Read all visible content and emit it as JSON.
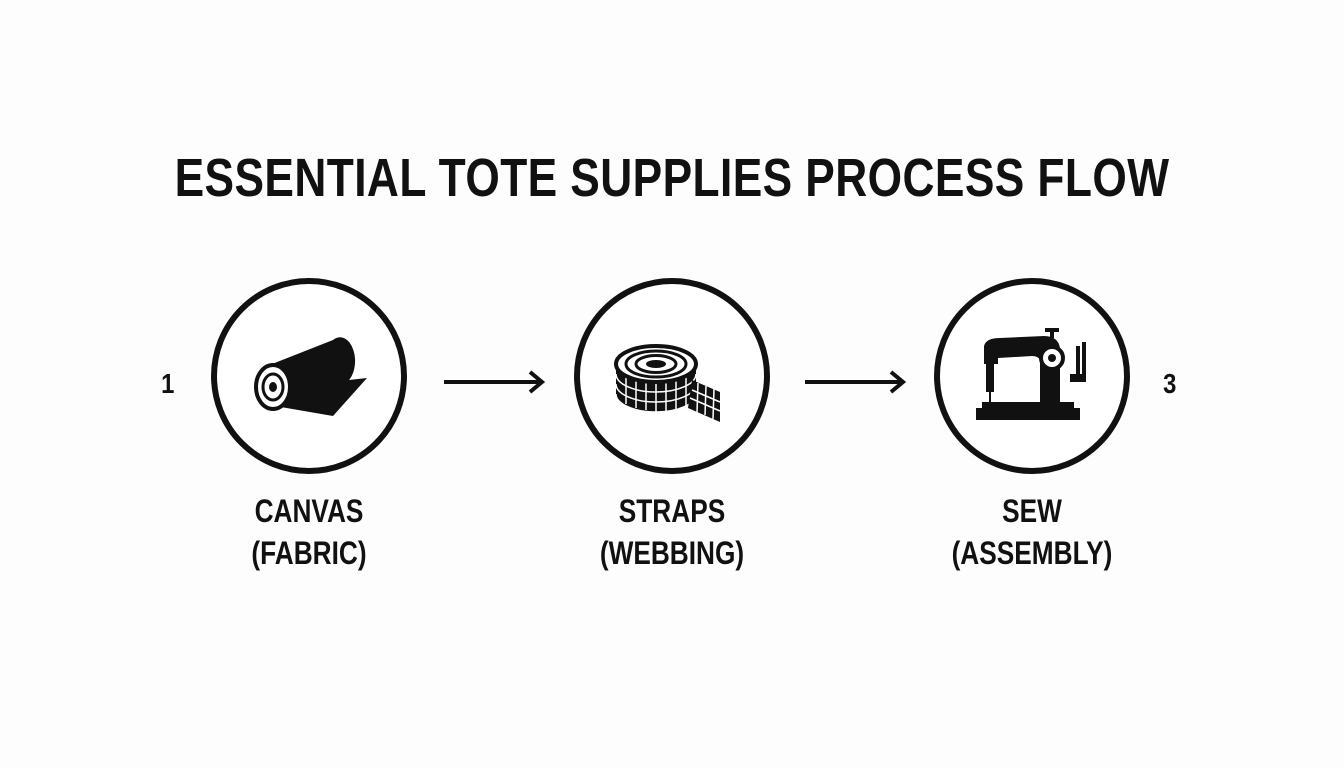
{
  "title": "ESSENTIAL TOTE SUPPLIES PROCESS FLOW",
  "step_numbers": [
    "1",
    "3"
  ],
  "steps": [
    {
      "line1": "CANVAS",
      "line2": "(FABRIC)",
      "icon": "fabric-roll-icon"
    },
    {
      "line1": "STRAPS",
      "line2": "(WEBBING)",
      "icon": "webbing-roll-icon"
    },
    {
      "line1": "SEW",
      "line2": "(ASSEMBLY)",
      "icon": "sewing-machine-icon"
    }
  ],
  "colors": {
    "ink": "#111111",
    "background": "#fdfdfd"
  }
}
